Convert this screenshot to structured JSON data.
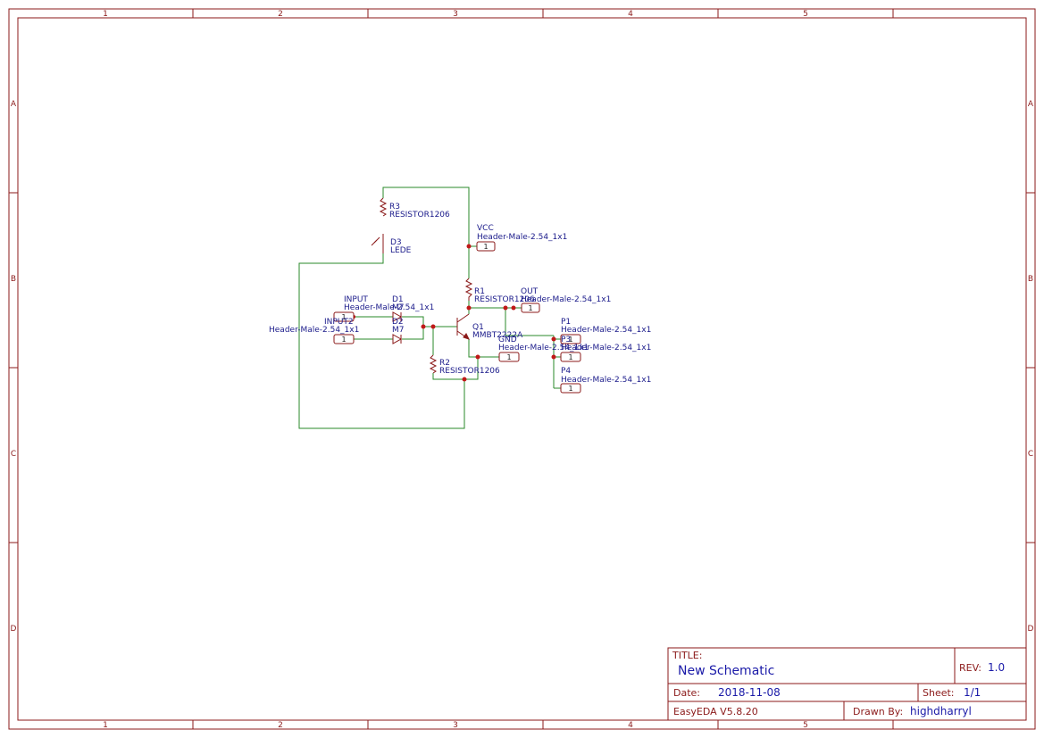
{
  "sheet": {
    "col_labels": [
      "1",
      "2",
      "3",
      "4",
      "5"
    ],
    "row_labels": [
      "A",
      "B",
      "C",
      "D"
    ]
  },
  "components": {
    "r3": {
      "ref": "R3",
      "value": "RESISTOR1206"
    },
    "d3": {
      "ref": "D3",
      "value": "LEDE"
    },
    "vcc": {
      "ref": "VCC",
      "value": "Header-Male-2.54_1x1",
      "pin": "1"
    },
    "r1": {
      "ref": "R1",
      "value": "RESISTOR1206"
    },
    "out": {
      "ref": "OUT",
      "value": "Header-Male-2.54_1x1",
      "pin": "1"
    },
    "input": {
      "ref": "INPUT",
      "value": "Header-Male-2.54_1x1",
      "pin": "1"
    },
    "d1": {
      "ref": "D1",
      "value": "M7"
    },
    "input2": {
      "ref": "INPUT2",
      "value": "Header-Male-2.54_1x1",
      "pin": "1"
    },
    "d2": {
      "ref": "D2",
      "value": "M7"
    },
    "q1": {
      "ref": "Q1",
      "value": "MMBT2222A"
    },
    "gnd": {
      "ref": "GND",
      "value": "Header-Male-2.54_1x1",
      "pin": "1"
    },
    "r2": {
      "ref": "R2",
      "value": "RESISTOR1206"
    },
    "p1": {
      "ref": "P1",
      "value": "Header-Male-2.54_1x1",
      "pin": "1"
    },
    "p3": {
      "ref": "P3",
      "value": "Header-Male-2.54_1x1",
      "pin": "1"
    },
    "p4": {
      "ref": "P4",
      "value": "Header-Male-2.54_1x1",
      "pin": "1"
    }
  },
  "title_block": {
    "title_label": "TITLE:",
    "title": "New Schematic",
    "rev_label": "REV:",
    "rev": "1.0",
    "date_label": "Date:",
    "date": "2018-11-08",
    "sheet_label": "Sheet:",
    "sheet": "1/1",
    "software": "EasyEDA V5.8.20",
    "drawn_label": "Drawn By:",
    "drawn_by": "highdharryl"
  },
  "colors": {
    "frame": "#8b1a1a",
    "wire": "#2a8a2a",
    "label_text": "#1a1a8a",
    "junction": "#c01818"
  }
}
